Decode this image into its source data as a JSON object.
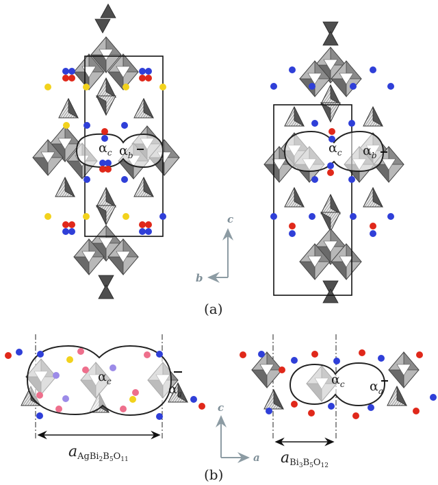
{
  "panels": {
    "a": {
      "caption": "(a)",
      "alpha_c": "α",
      "alpha_c_sub": "c",
      "alpha_b": "α",
      "alpha_b_sub": "b",
      "axes": {
        "vertical": "c",
        "horizontal": "b"
      }
    },
    "b": {
      "caption": "(b)",
      "alpha_c": "α",
      "alpha_c_sub": "c",
      "alpha_a": "α",
      "alpha_a_sub": "a",
      "axes": {
        "vertical": "c",
        "horizontal": "a"
      },
      "left_dimension": {
        "symbol": "a",
        "subscript_parts": [
          "AgBi",
          "2",
          "B",
          "5",
          "O",
          "11"
        ]
      },
      "right_dimension": {
        "symbol": "a",
        "subscript_parts": [
          "Bi",
          "3",
          "B",
          "5",
          "O",
          "12"
        ]
      }
    }
  },
  "colors": {
    "axis_arrow": "#8c9ba3",
    "blue_atom": "#2f3fd8",
    "red_atom": "#e0281a",
    "yellow_atom": "#f2d21c",
    "pink_atom": "#ee6f8c",
    "lilac_atom": "#9c8be8",
    "poly_dark": "#5a5a5a",
    "poly_light": "#b4b4b4"
  }
}
